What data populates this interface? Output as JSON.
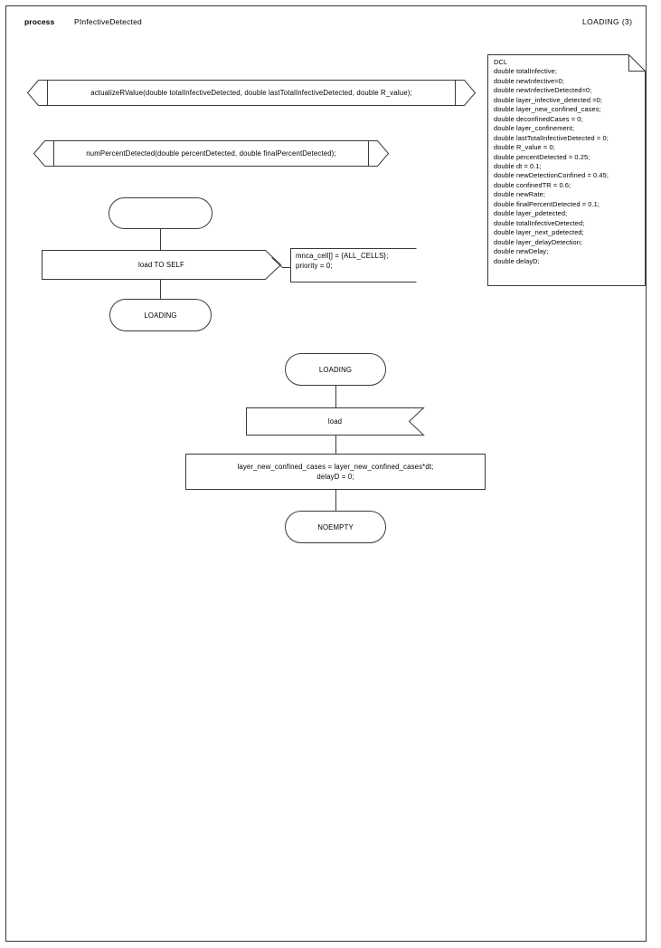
{
  "diagram": {
    "kind": "sdl-process-diagram",
    "header": {
      "keyword": "process",
      "process_name": "PInfectiveDetected",
      "page_label": "LOADING (3)"
    },
    "declaration_block": {
      "name": "dcl-block",
      "title": "DCL",
      "lines": [
        "DCL",
        "double totalInfective;",
        "double newInfective=0;",
        "double newInfectiveDetected=0;",
        "double layer_infective_detected =0;",
        "double layer_new_confined_cases;",
        "double deconfinedCases = 0;",
        "double layer_confinement;",
        "double lastTotalInfectiveDetected = 0;",
        "double R_value = 0;",
        "double percentDetected = 0.25;",
        "double dt = 0.1;",
        "double newDetectionConfined = 0.45;",
        "double confinedTR = 0.6;",
        "double newRate;",
        "double finalPercentDetected = 0.1;",
        "double layer_pdetected;",
        "double totalInfectiveDetected;",
        "double layer_next_pdetected;",
        "double layer_delayDetection;",
        "double newDelay;",
        "double delayD;"
      ]
    },
    "procedures": [
      {
        "id": "proc-actualize-rvalue",
        "label": "actualizeRValue(double totalInfectiveDetected, double lastTotalInfectiveDetected, double R_value);"
      },
      {
        "id": "proc-num-percent-detected",
        "label": "numPercentDetected(double percentDetected, double finalPercentDetected);"
      }
    ],
    "transition_1": {
      "start_symbol": {
        "id": "start-symbol",
        "label": ""
      },
      "output": {
        "id": "output-load-to-self",
        "label": "load TO SELF"
      },
      "comment": {
        "id": "comment-mnca-cell",
        "lines": [
          "mnca_cell[] = {ALL_CELLS};",
          "priority = 0;"
        ]
      },
      "next_state": {
        "id": "state-loading-1",
        "label": "LOADING"
      }
    },
    "transition_2": {
      "state": {
        "id": "state-loading-2",
        "label": "LOADING"
      },
      "input": {
        "id": "input-load",
        "label": "load"
      },
      "task": {
        "id": "task-layer-new-confined-cases",
        "lines": [
          "layer_new_confined_cases = layer_new_confined_cases*dt;",
          "delayD = 0;"
        ]
      },
      "next_state": {
        "id": "state-noempty",
        "label": "NOEMPTY"
      }
    },
    "colors": {
      "stroke": "#3a3a3a",
      "text": "#000000",
      "background": "#ffffff"
    }
  }
}
